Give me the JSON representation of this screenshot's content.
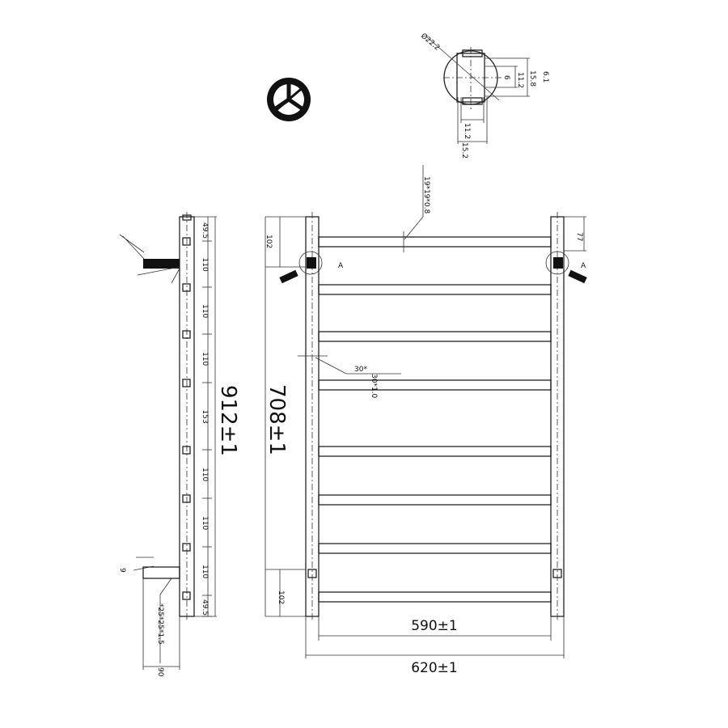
{
  "detail": {
    "diameter": "Ø22.2",
    "h_outer": "15.8",
    "h_inner": "11.2",
    "gap": "6",
    "side": "6.1",
    "w_inner": "11.2",
    "w_outer": "15.2"
  },
  "side_view": {
    "spacings": [
      "49.5",
      "110",
      "110",
      "110",
      "153",
      "110",
      "110",
      "110",
      "49.5"
    ],
    "height": "912±1",
    "bracket_offset": "9",
    "bracket_profile": "*25*25*1.5",
    "bracket_depth": "90"
  },
  "front_view": {
    "rail_profile": "19*19*0.8",
    "top_offset": "102",
    "bracket_top": "77",
    "detail_ref": "A",
    "post_size": "30*",
    "post_profile": "30*1.0",
    "inner_height": "708±1",
    "bottom_offset": "102",
    "inner_width": "590±1",
    "outer_width": "620±1"
  }
}
